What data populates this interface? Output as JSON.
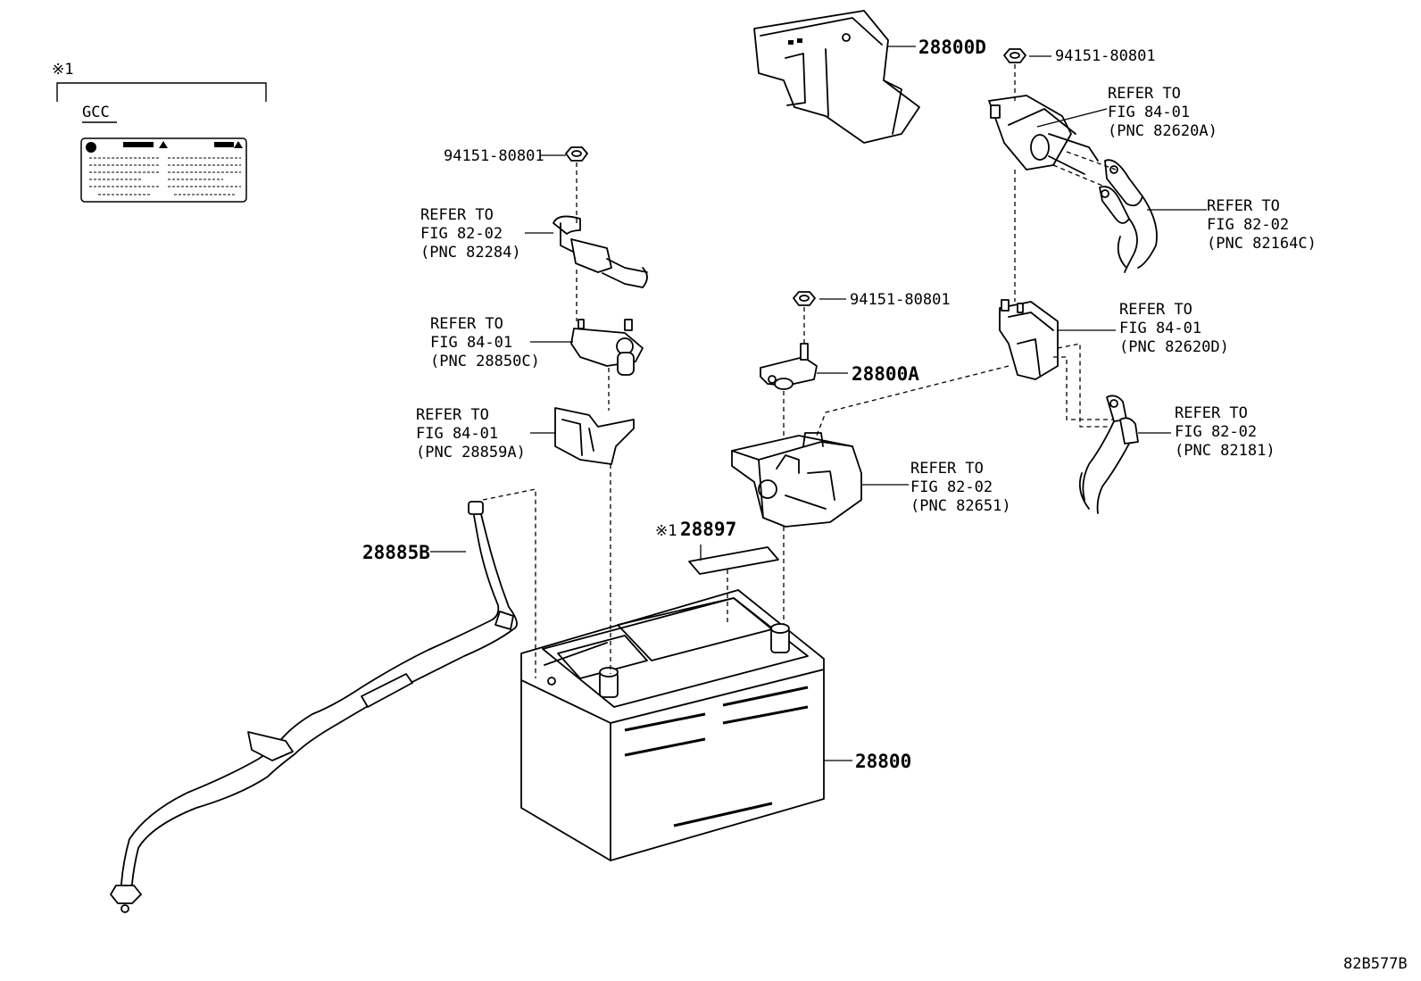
{
  "diagram": {
    "figure_code": "82B577B",
    "note_mark": "※1",
    "region": "GCC",
    "callouts": {
      "nut_top_left": "94151-80801",
      "nut_center": "94151-80801",
      "nut_top_right": "94151-80801",
      "cover": "28800D",
      "terminal_clamp": "28800A",
      "battery": "28800",
      "vent_hose": "28885B",
      "label_part_mark": "※1",
      "label_part": "28897"
    },
    "refer_to": [
      {
        "line1": "REFER TO",
        "line2": "FIG 82-02",
        "line3": "(PNC 82284)"
      },
      {
        "line1": "REFER TO",
        "line2": "FIG 84-01",
        "line3": "(PNC 28850C)"
      },
      {
        "line1": "REFER TO",
        "line2": "FIG 84-01",
        "line3": "(PNC 28859A)"
      },
      {
        "line1": "REFER TO",
        "line2": "FIG 84-01",
        "line3": "(PNC 82620A)"
      },
      {
        "line1": "REFER TO",
        "line2": "FIG 82-02",
        "line3": "(PNC 82164C)"
      },
      {
        "line1": "REFER TO",
        "line2": "FIG 84-01",
        "line3": "(PNC 82620D)"
      },
      {
        "line1": "REFER TO",
        "line2": "FIG 82-02",
        "line3": "(PNC 82181)"
      },
      {
        "line1": "REFER TO",
        "line2": "FIG 82-02",
        "line3": "(PNC 82651)"
      }
    ]
  }
}
